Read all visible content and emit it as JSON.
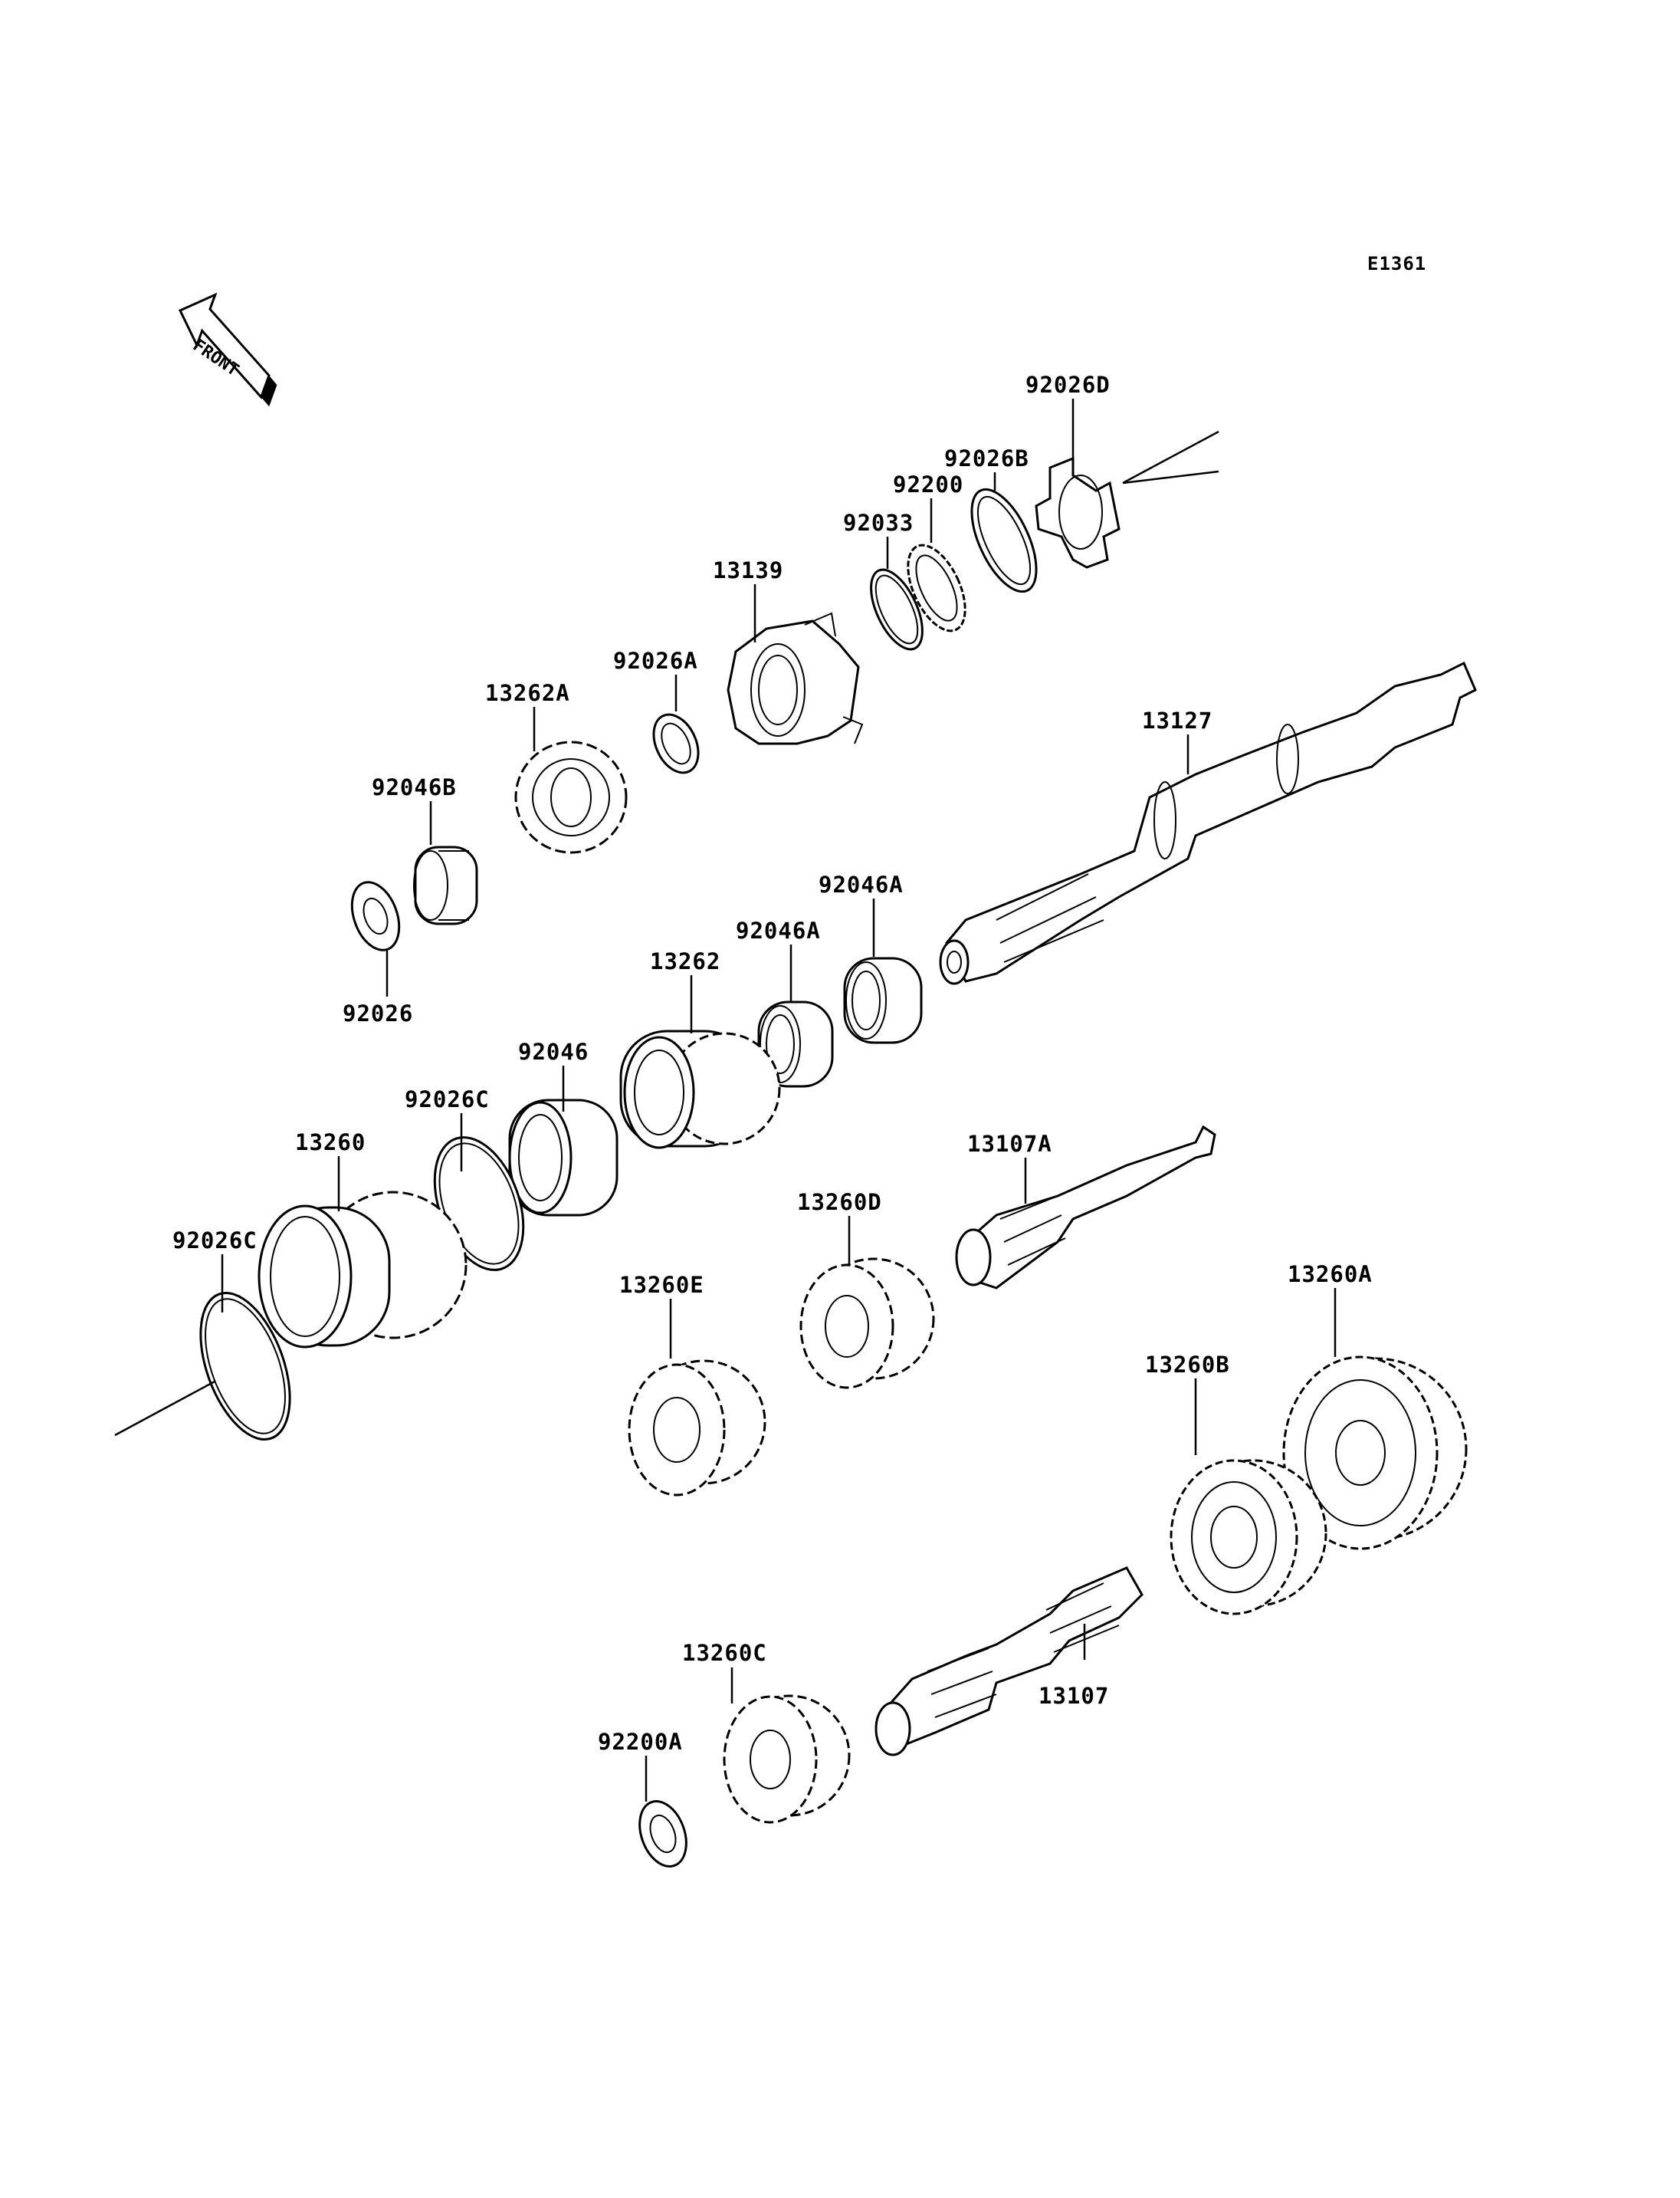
{
  "diagram_code": "E1361",
  "front_label": "FRONT",
  "parts": [
    {
      "id": "92026D",
      "label": "92026D"
    },
    {
      "id": "92026B",
      "label": "92026B"
    },
    {
      "id": "92200",
      "label": "92200"
    },
    {
      "id": "92033",
      "label": "92033"
    },
    {
      "id": "13139",
      "label": "13139"
    },
    {
      "id": "92026A",
      "label": "92026A"
    },
    {
      "id": "13262A",
      "label": "13262A"
    },
    {
      "id": "13127",
      "label": "13127"
    },
    {
      "id": "92046B",
      "label": "92046B"
    },
    {
      "id": "92026",
      "label": "92026"
    },
    {
      "id": "92046A_1",
      "label": "92046A"
    },
    {
      "id": "92046A_2",
      "label": "92046A"
    },
    {
      "id": "13262",
      "label": "13262"
    },
    {
      "id": "92046",
      "label": "92046"
    },
    {
      "id": "92026C_1",
      "label": "92026C"
    },
    {
      "id": "13260",
      "label": "13260"
    },
    {
      "id": "92026C_2",
      "label": "92026C"
    },
    {
      "id": "13107A",
      "label": "13107A"
    },
    {
      "id": "13260D",
      "label": "13260D"
    },
    {
      "id": "13260E",
      "label": "13260E"
    },
    {
      "id": "13260A",
      "label": "13260A"
    },
    {
      "id": "13260B",
      "label": "13260B"
    },
    {
      "id": "13260C",
      "label": "13260C"
    },
    {
      "id": "13107",
      "label": "13107"
    },
    {
      "id": "92200A",
      "label": "92200A"
    }
  ]
}
